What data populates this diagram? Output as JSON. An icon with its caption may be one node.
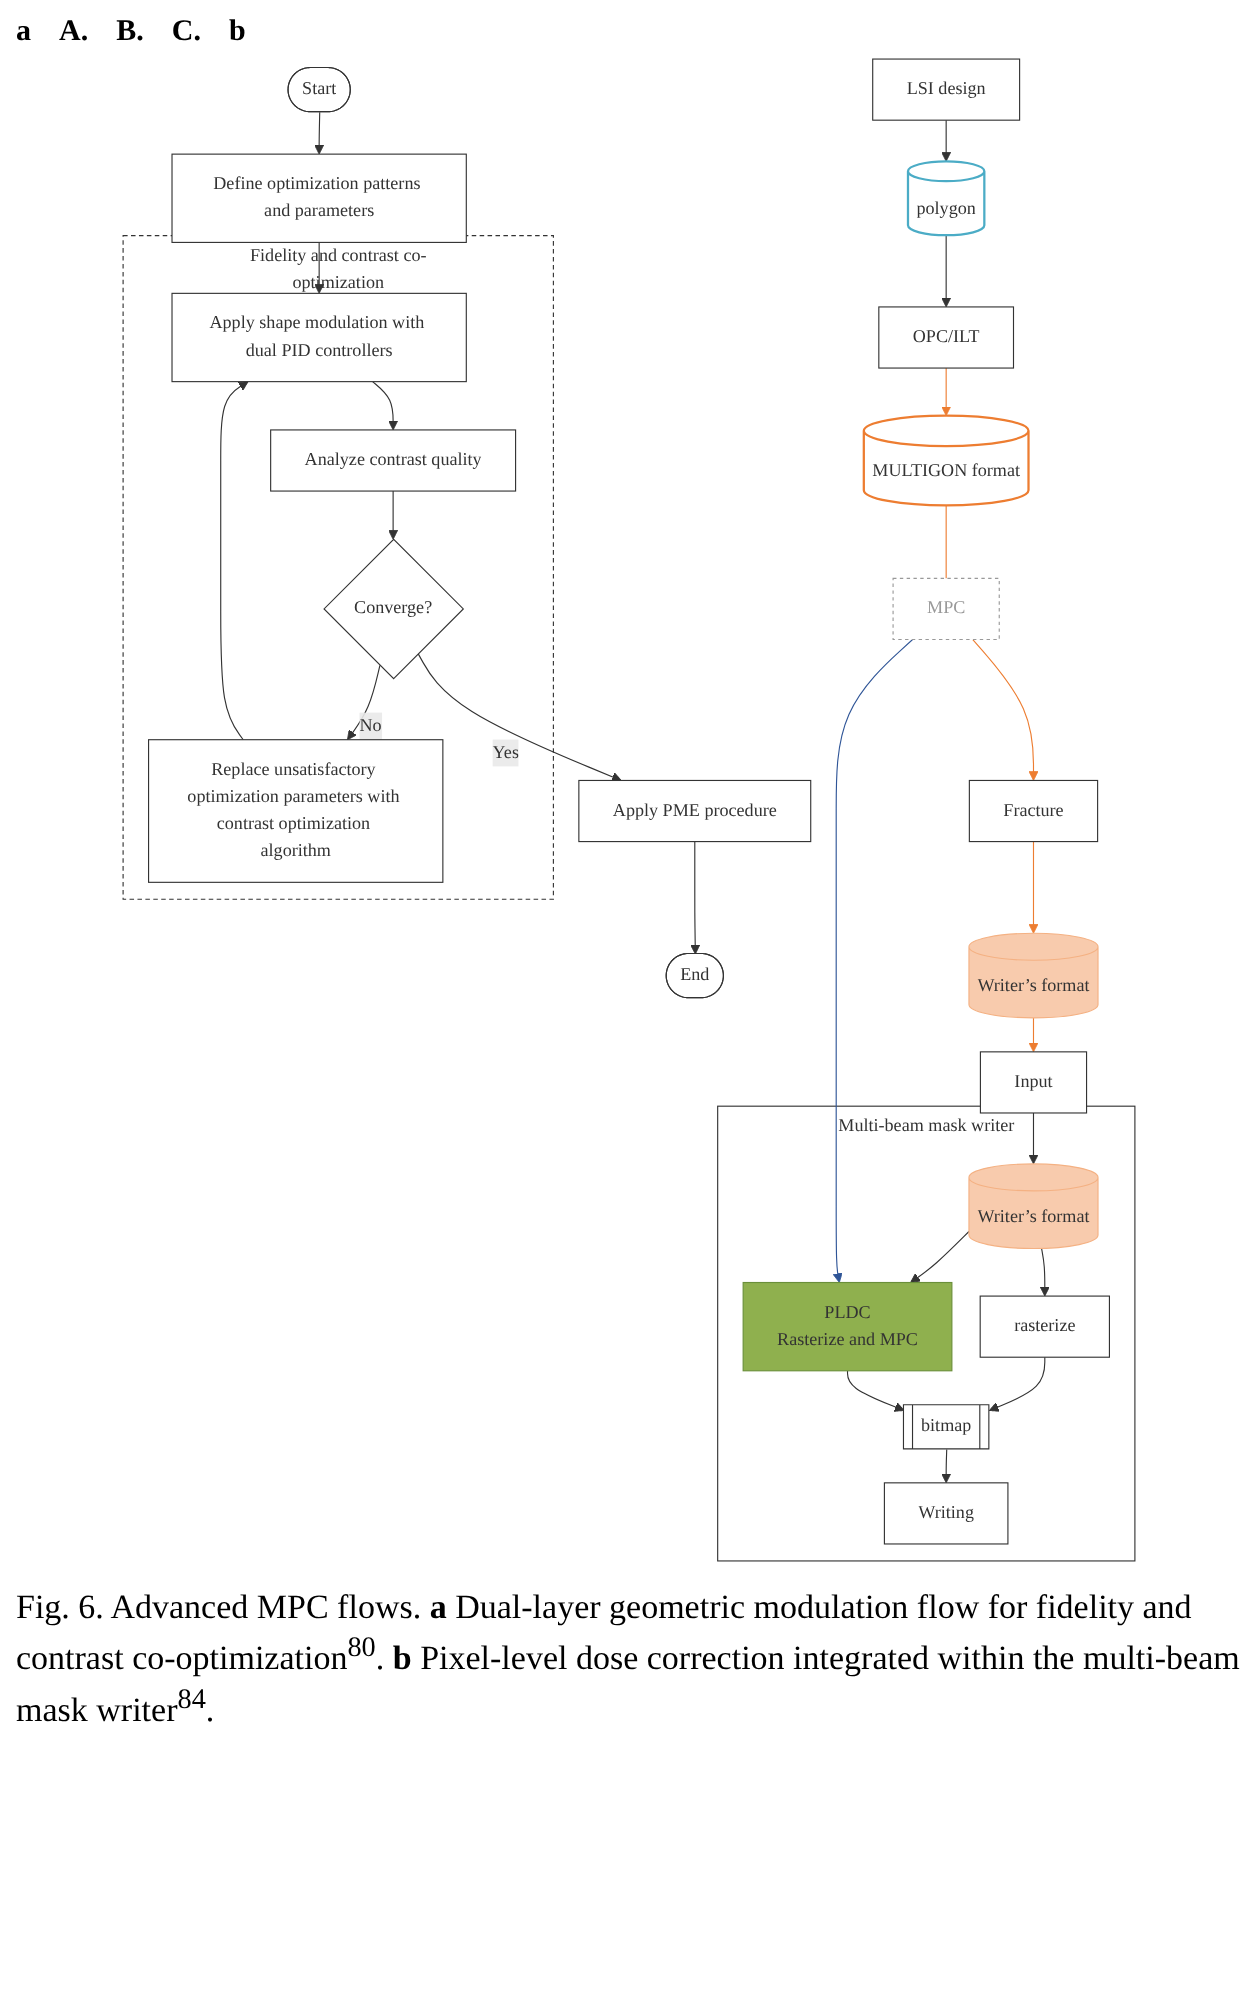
{
  "diagram": {
    "caption": "Fig. 6. Advanced MPC flows. **a** Dual-layer geometric modulation flow for fidelity and contrast co-optimization$^{80}$. **b** Pixel-level dose correction integrated within the multi-beam mask writer$^{84}$.",
    "nodes": [
      {
        "text": [
          "Start"
        ]
      },
      {
        "text": [
          "Define optimization patterns and parameters"
        ]
      },
      {
        "text": [
          "Fidelity and contrast co-optimization"
        ]
      },
      {
        "text": [
          "Apply shape modulation with dual PID controllers"
        ],
        "in": 2
      },
      {
        "text": [
          "Analyze contrast quality"
        ],
        "in": 2
      },
      {
        "text": [
          "Converge?"
        ],
        "in": 2
      },
      {
        "text": [
          "Replace unsatisfactory optimization parameters with contrast optimization algorithm"
        ],
        "in": 2
      },
      {
        "text": [
          "Apply PME procedure"
        ]
      },
      {
        "text": [
          "End"
        ]
      },
      {
        "text": [
          "LSI design"
        ]
      },
      {
        "text": [
          "polygon"
        ]
      },
      {
        "text": [
          "OPC/ILT"
        ]
      },
      {
        "text": [
          "MULTIGON format"
        ]
      },
      {
        "text": [
          "MPC"
        ]
      },
      {
        "text": [
          "Fracture"
        ]
      },
      {
        "text": [
          "Writer’s format"
        ]
      },
      {
        "text": [
          "Input"
        ]
      },
      {
        "text": [
          "Multi-beam mask writer"
        ]
      },
      {
        "text": [
          "Writer’s format"
        ],
        "in": 17
      },
      {
        "text": [
          "rasterize"
        ],
        "in": 17
      },
      {
        "text": [
          "bitmap"
        ],
        "in": 17
      },
      {
        "text": [
          "Writing"
        ],
        "in": 17
      },
      {
        "text": [
          "PLDC",
          "Rasterize and MPC"
        ],
        "in": 17
      }
    ],
    "edges": [
      {
        "from": 0,
        "to": 1,
        "arrow": "to"
      },
      {
        "from": 1,
        "to": 3,
        "arrow": "to"
      },
      {
        "from": 3,
        "to": 4,
        "arrow": "to"
      },
      {
        "from": 4,
        "to": 5,
        "arrow": "to"
      },
      {
        "from": 5,
        "to": 6,
        "arrow": "to",
        "label": "No"
      },
      {
        "from": 6,
        "to": 3,
        "arrow": "to"
      },
      {
        "from": 5,
        "to": 7,
        "arrow": "to",
        "label": "Yes"
      },
      {
        "from": 7,
        "to": 8,
        "arrow": "to"
      },
      {
        "from": 9,
        "to": 10,
        "arrow": "to"
      },
      {
        "from": 10,
        "to": 11,
        "arrow": "to"
      },
      {
        "from": 11,
        "to": 12,
        "arrow": "to",
        "color": "#ed7d31"
      },
      {
        "from": 12,
        "to": 13,
        "arrow": "none",
        "color": "#ed7d31"
      },
      {
        "from": 13,
        "to": 14,
        "arrow": "to",
        "color": "#ed7d31"
      },
      {
        "from": 14,
        "to": 15,
        "arrow": "to",
        "color": "#ed7d31"
      },
      {
        "from": 15,
        "to": 16,
        "arrow": "to",
        "color": "#ed7d31"
      },
      {
        "from": 16,
        "to": 18,
        "arrow": "to"
      },
      {
        "from": 18,
        "to": 19,
        "arrow": "to"
      },
      {
        "from": 18,
        "to": 22,
        "arrow": "to"
      },
      {
        "from": 19,
        "to": 20,
        "arrow": "to"
      },
      {
        "from": 22,
        "to": 20,
        "arrow": "to"
      },
      {
        "from": 20,
        "to": 21,
        "arrow": "to"
      },
      {
        "from": 13,
        "to": 22,
        "arrow": "to",
        "color": "#2f5597"
      }
    ],
    "labels": [
      "a",
      "A.",
      "B.",
      "C.",
      "b"
    ]
  }
}
